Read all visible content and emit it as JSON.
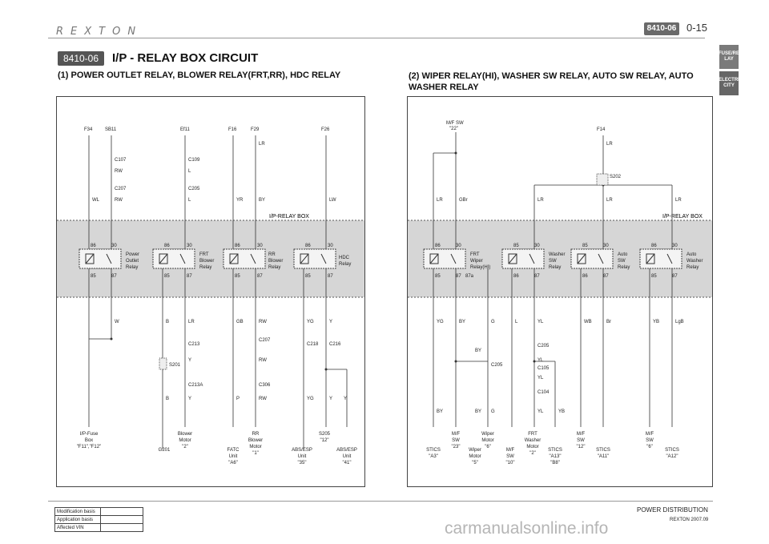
{
  "header": {
    "brand": "REXTON",
    "badge": "8410-06",
    "page": "0-15"
  },
  "side_tabs": [
    "FUSE/RE LAY",
    "ELECTRI CITY"
  ],
  "section": {
    "badge": "8410-06",
    "title": "I/P - RELAY BOX CIRCUIT"
  },
  "diagram1": {
    "heading": "(1) POWER OUTLET RELAY, BLOWER RELAY(FRT,RR), HDC RELAY",
    "box_label": "I/P-RELAY BOX",
    "fuses": [
      "F34",
      "SB11",
      "Ef11",
      "F16",
      "F29",
      "F26"
    ],
    "relays": [
      {
        "name": "Power Outlet Relay",
        "lines": [
          "Power",
          "Outlet",
          "Relay"
        ],
        "pins": [
          "86",
          "30",
          "85",
          "87"
        ]
      },
      {
        "name": "FRT Blower Relay",
        "lines": [
          "FRT",
          "Blower",
          "Relay"
        ],
        "pins": [
          "86",
          "30",
          "85",
          "87"
        ]
      },
      {
        "name": "RR Blower Relay",
        "lines": [
          "RR",
          "Blower",
          "Relay"
        ],
        "pins": [
          "86",
          "30",
          "85",
          "87"
        ]
      },
      {
        "name": "HDC Relay",
        "lines": [
          "HDC",
          "Relay"
        ],
        "pins": [
          "86",
          "30",
          "85",
          "87"
        ]
      }
    ],
    "connectors": [
      "C107",
      "C207",
      "C109",
      "C205",
      "C213",
      "C213A",
      "S201",
      "C207",
      "C306",
      "C218",
      "C216",
      "S205"
    ],
    "wire_colors": [
      "RW",
      "WL",
      "RW",
      "L",
      "L",
      "YR",
      "BY",
      "LR",
      "LW",
      "W",
      "B",
      "LR",
      "Y",
      "Y",
      "B",
      "GB",
      "RW",
      "RW",
      "RW",
      "YG",
      "Y",
      "YG",
      "Y",
      "Y",
      "P"
    ],
    "destinations": [
      {
        "lines": [
          "I/P-Fuse",
          "Box",
          "\"F11\",\"F12\""
        ]
      },
      {
        "lines": [
          "G201"
        ]
      },
      {
        "lines": [
          "Blower",
          "Motor",
          "\"2\""
        ]
      },
      {
        "lines": [
          "FATC",
          "Unit",
          "\"A6\""
        ]
      },
      {
        "lines": [
          "RR",
          "Blower",
          "Motor",
          "\"1\""
        ]
      },
      {
        "lines": [
          "ABS/ESP",
          "Unit",
          "\"35\""
        ]
      },
      {
        "lines": [
          "S205",
          "\"12\""
        ]
      },
      {
        "lines": [
          "ABS/ESP",
          "Unit",
          "\"41\""
        ]
      }
    ]
  },
  "diagram2": {
    "heading": "(2) WIPER RELAY(HI), WASHER SW RELAY, AUTO SW RELAY, AUTO WASHER RELAY",
    "box_label": "I/P-RELAY BOX",
    "top_labels": [
      "M/F SW",
      "\"22\"",
      "F14",
      "S202"
    ],
    "relays": [
      {
        "name": "FRT Wiper Relay(HI)",
        "lines": [
          "FRT",
          "Wiper",
          "Relay(HI)"
        ],
        "pins": [
          "86",
          "30",
          "85",
          "87",
          "87a"
        ]
      },
      {
        "name": "Washer SW Relay",
        "lines": [
          "Washer",
          "SW",
          "Relay"
        ],
        "pins": [
          "85",
          "30",
          "86",
          "87"
        ]
      },
      {
        "name": "Auto SW Relay",
        "lines": [
          "Auto",
          "SW",
          "Relay"
        ],
        "pins": [
          "85",
          "30",
          "86",
          "87"
        ]
      },
      {
        "name": "Auto Washer Relay",
        "lines": [
          "Auto",
          "Washer",
          "Relay"
        ],
        "pins": [
          "86",
          "30",
          "85",
          "87"
        ]
      }
    ],
    "connectors": [
      "C205",
      "C205",
      "C105",
      "C104"
    ],
    "wire_colors": [
      "LR",
      "GBr",
      "LR",
      "LR",
      "LR",
      "LR",
      "YG",
      "BY",
      "G",
      "L",
      "YL",
      "WB",
      "Br",
      "YB",
      "LgB",
      "BY",
      "YL",
      "YL",
      "BY",
      "BY",
      "G",
      "YL",
      "YB"
    ],
    "destinations": [
      {
        "lines": [
          "STICS",
          "\"A3\""
        ]
      },
      {
        "lines": [
          "M/F",
          "SW",
          "\"23\""
        ]
      },
      {
        "lines": [
          "Wiper",
          "Motor",
          "\"5\""
        ]
      },
      {
        "lines": [
          "Wiper",
          "Motor",
          "\"6\""
        ]
      },
      {
        "lines": [
          "M/F",
          "SW",
          "\"10\""
        ]
      },
      {
        "lines": [
          "FRT",
          "Washer",
          "Motor",
          "\"2\""
        ]
      },
      {
        "lines": [
          "STICS",
          "\"A13\"",
          "\"B8\""
        ]
      },
      {
        "lines": [
          "M/F",
          "SW",
          "\"12\""
        ]
      },
      {
        "lines": [
          "STICS",
          "\"A11\""
        ]
      },
      {
        "lines": [
          "M/F",
          "SW",
          "\"6\""
        ]
      },
      {
        "lines": [
          "STICS",
          "\"A12\""
        ]
      }
    ]
  },
  "footer": {
    "section": "POWER DISTRIBUTION",
    "model": "REXTON 2007.09",
    "watermark": "carmanualsonline.info"
  },
  "mod_table": [
    "Modification basis",
    "Application basis",
    "Affected VIN"
  ],
  "colors": {
    "box_fill": "#d6d6d6",
    "badge": "#555555",
    "tab": "#7a7a7a"
  }
}
